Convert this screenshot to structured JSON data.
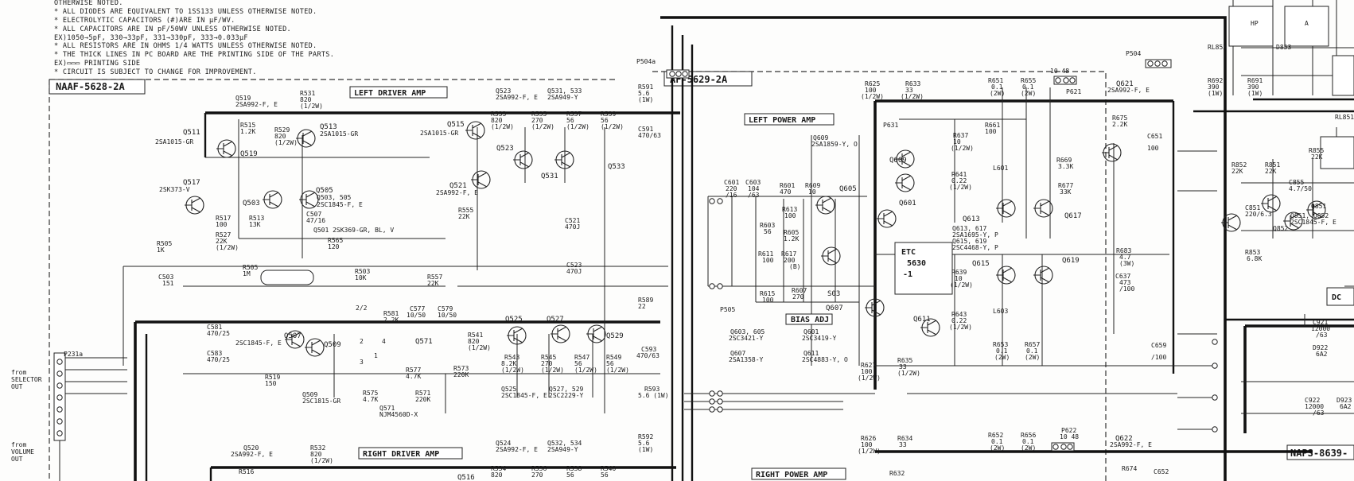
{
  "notes": [
    "OTHERWISE NOTED.",
    "* ALL DIODES ARE EQUIVALENT TO 1SS133 UNLESS OTHERWISE NOTED.",
    "* ELECTROLYTIC CAPACITORS (#)ARE IN μF/WV.",
    "* ALL CAPACITORS ARE IN pF/50WV UNLESS OTHERWISE NOTED.",
    "  EX)1050→5pF, 330→33pF, 331→330pF, 333→0.033μF",
    "* ALL RESISTORS ARE IN OHMS 1/4 WATTS UNLESS OTHERWISE NOTED.",
    "* THE THICK LINES IN PC BOARD ARE THE PRINTING SIDE OF THE PARTS.",
    "  EX)▭▭▭ PRINTING SIDE",
    "* CIRCUIT IS SUBJECT TO CHANGE FOR IMPROVEMENT."
  ],
  "boards": {
    "left": "NAAF-5628-2A",
    "center": "AF-5629-2A",
    "right_bottom": "NAPS-8639-"
  },
  "sections": {
    "left_driver": "LEFT DRIVER AMP",
    "left_power": "LEFT POWER AMP",
    "right_driver": "RIGHT DRIVER AMP",
    "right_power": "RIGHT POWER AMP",
    "bias_adj": "BIAS ADJ"
  },
  "connectors": {
    "p504a": "P504a",
    "p504": "P504",
    "p505": "P505",
    "p231a": "P231a"
  },
  "side_labels": {
    "from_selector": [
      "from",
      "SELECTOR",
      "OUT"
    ],
    "from_volume": [
      "from",
      "VOLUME",
      "OUT"
    ]
  },
  "misc": {
    "dc": "DC",
    "etc": "ETC",
    "etc_num": "5630",
    "etc_dash": "-1"
  },
  "labels": [
    {
      "id": "q519",
      "t": "Q519"
    },
    {
      "id": "q519p",
      "t": "2SA992-F, E"
    },
    {
      "id": "r531",
      "t": "R531"
    },
    {
      "id": "r531v",
      "t": "820"
    },
    {
      "id": "r531w",
      "t": "(1/2W)"
    },
    {
      "id": "q511",
      "t": "Q511"
    },
    {
      "id": "q511p",
      "t": "2SA1015-GR"
    },
    {
      "id": "r515",
      "t": "R515"
    },
    {
      "id": "r515v",
      "t": "1.2K"
    },
    {
      "id": "r529",
      "t": "R529"
    },
    {
      "id": "r529v",
      "t": "820"
    },
    {
      "id": "r529w",
      "t": "(1/2W)"
    },
    {
      "id": "q513",
      "t": "Q513"
    },
    {
      "id": "q513p",
      "t": "2SA1015-GR"
    },
    {
      "id": "q519b",
      "t": "Q519"
    },
    {
      "id": "q523",
      "t": "Q523"
    },
    {
      "id": "q523p",
      "t": "2SA992-F, E"
    },
    {
      "id": "q531",
      "t": "Q531, 533"
    },
    {
      "id": "q531p",
      "t": "2SA949-Y"
    },
    {
      "id": "r533",
      "t": "R533"
    },
    {
      "id": "r533v",
      "t": "820"
    },
    {
      "id": "r533w",
      "t": "(1/2W)"
    },
    {
      "id": "r535",
      "t": "R535"
    },
    {
      "id": "r535v",
      "t": "270"
    },
    {
      "id": "r535w",
      "t": "(1/2W)"
    },
    {
      "id": "r537",
      "t": "R537"
    },
    {
      "id": "r537v",
      "t": "56"
    },
    {
      "id": "r537w",
      "t": "(1/2W)"
    },
    {
      "id": "r539",
      "t": "R539"
    },
    {
      "id": "r539v",
      "t": "56"
    },
    {
      "id": "r539w",
      "t": "(1/2W)"
    },
    {
      "id": "r591",
      "t": "R591"
    },
    {
      "id": "r591v",
      "t": "5.6"
    },
    {
      "id": "r591w",
      "t": "(1W)"
    },
    {
      "id": "c591",
      "t": "C591"
    },
    {
      "id": "c591v",
      "t": "470/63"
    },
    {
      "id": "q515",
      "t": "Q515"
    },
    {
      "id": "q515p",
      "t": "2SA1015-GR"
    },
    {
      "id": "q523b",
      "t": "Q523"
    },
    {
      "id": "q531b",
      "t": "Q531"
    },
    {
      "id": "q533b",
      "t": "Q533"
    },
    {
      "id": "q517",
      "t": "Q517"
    },
    {
      "id": "q517p",
      "t": "2SK373-V"
    },
    {
      "id": "q503",
      "t": "Q503"
    },
    {
      "id": "q505",
      "t": "Q505"
    },
    {
      "id": "q503p",
      "t": "Q503, 505"
    },
    {
      "id": "q503pp",
      "t": "2SC1845-F, E"
    },
    {
      "id": "q521",
      "t": "Q521"
    },
    {
      "id": "q521p",
      "t": "2SA992-F, E"
    },
    {
      "id": "r555",
      "t": "R555"
    },
    {
      "id": "r555v",
      "t": "22K"
    },
    {
      "id": "c521",
      "t": "C521"
    },
    {
      "id": "c521v",
      "t": "470J"
    },
    {
      "id": "r517",
      "t": "R517"
    },
    {
      "id": "r517v",
      "t": "100"
    },
    {
      "id": "r513",
      "t": "R513"
    },
    {
      "id": "r513v",
      "t": "13K"
    },
    {
      "id": "c507",
      "t": "C507"
    },
    {
      "id": "c507v",
      "t": "47/16"
    },
    {
      "id": "r527",
      "t": "R527"
    },
    {
      "id": "r527v",
      "t": "22K"
    },
    {
      "id": "r527w",
      "t": "(1/2W)"
    },
    {
      "id": "q501",
      "t": "Q501  2SK369-GR, BL, V"
    },
    {
      "id": "r565",
      "t": "R565"
    },
    {
      "id": "r565v",
      "t": "120"
    },
    {
      "id": "r505",
      "t": "R505"
    },
    {
      "id": "r505v",
      "t": "1K"
    },
    {
      "id": "r505b",
      "t": "R505"
    },
    {
      "id": "r505bv",
      "t": "1M"
    },
    {
      "id": "r503",
      "t": "R503"
    },
    {
      "id": "r503v",
      "t": "10K"
    },
    {
      "id": "c503",
      "t": "C503"
    },
    {
      "id": "c503v",
      "t": "151"
    },
    {
      "id": "r557",
      "t": "R557"
    },
    {
      "id": "r557v",
      "t": "22K"
    },
    {
      "id": "c523",
      "t": "C523"
    },
    {
      "id": "c523v",
      "t": "470J"
    },
    {
      "id": "r589",
      "t": "R589"
    },
    {
      "id": "r589v",
      "t": "22"
    },
    {
      "id": "c581",
      "t": "C581"
    },
    {
      "id": "c581v",
      "t": "470/25"
    },
    {
      "id": "c583",
      "t": "C583"
    },
    {
      "id": "c583v",
      "t": "470/25"
    },
    {
      "id": "r581",
      "t": "R581"
    },
    {
      "id": "r581v",
      "t": "2.2K"
    },
    {
      "id": "c577",
      "t": "C577"
    },
    {
      "id": "c577v",
      "t": "10/50"
    },
    {
      "id": "c579",
      "t": "C579"
    },
    {
      "id": "c579v",
      "t": "10/50"
    },
    {
      "id": "q507",
      "t": "Q507"
    },
    {
      "id": "q507p",
      "t": "2SC1845-F, E"
    },
    {
      "id": "q509",
      "t": "Q509"
    },
    {
      "id": "q571",
      "t": "Q571"
    },
    {
      "id": "r577",
      "t": "R577"
    },
    {
      "id": "r577v",
      "t": "4.7K"
    },
    {
      "id": "r541",
      "t": "R541"
    },
    {
      "id": "r541v",
      "t": "820"
    },
    {
      "id": "r541w",
      "t": "(1/2W)"
    },
    {
      "id": "q525",
      "t": "Q525"
    },
    {
      "id": "q527",
      "t": "Q527"
    },
    {
      "id": "q529",
      "t": "Q529"
    },
    {
      "id": "r543",
      "t": "R543"
    },
    {
      "id": "r543v",
      "t": "8.2K"
    },
    {
      "id": "r543w",
      "t": "(1/2W)"
    },
    {
      "id": "r545",
      "t": "R545"
    },
    {
      "id": "r545v",
      "t": "270"
    },
    {
      "id": "r545w",
      "t": "(1/2W)"
    },
    {
      "id": "r547",
      "t": "R547"
    },
    {
      "id": "r547v",
      "t": "56"
    },
    {
      "id": "r547w",
      "t": "(1/2W)"
    },
    {
      "id": "r549",
      "t": "R549"
    },
    {
      "id": "r549v",
      "t": "56"
    },
    {
      "id": "r549w",
      "t": "(1/2W)"
    },
    {
      "id": "c593",
      "t": "C593"
    },
    {
      "id": "c593v",
      "t": "470/63"
    },
    {
      "id": "r573",
      "t": "R573"
    },
    {
      "id": "r573v",
      "t": "220K"
    },
    {
      "id": "r519",
      "t": "R519"
    },
    {
      "id": "r519v",
      "t": "150"
    },
    {
      "id": "r575",
      "t": "R575"
    },
    {
      "id": "r575v",
      "t": "4.7K"
    },
    {
      "id": "r571",
      "t": "R571"
    },
    {
      "id": "r571v",
      "t": "220K"
    },
    {
      "id": "q509p",
      "t": "Q509"
    },
    {
      "id": "q509pp",
      "t": "2SC1815-GR"
    },
    {
      "id": "q571p",
      "t": "Q571"
    },
    {
      "id": "q571pp",
      "t": "NJM4560D-X"
    },
    {
      "id": "q525p",
      "t": "Q525"
    },
    {
      "id": "q525pp",
      "t": "2SC1845-F, E"
    },
    {
      "id": "q527p",
      "t": "Q527, 529"
    },
    {
      "id": "q527pp",
      "t": "2SC2229-Y"
    },
    {
      "id": "r593",
      "t": "R593"
    },
    {
      "id": "r593v",
      "t": "5.6 (1W)"
    },
    {
      "id": "q520",
      "t": "Q520"
    },
    {
      "id": "q520p",
      "t": "2SA992-F, E"
    },
    {
      "id": "r532",
      "t": "R532"
    },
    {
      "id": "r532v",
      "t": "820"
    },
    {
      "id": "r532w",
      "t": "(1/2W)"
    },
    {
      "id": "r516",
      "t": "R516"
    },
    {
      "id": "q516",
      "t": "Q516"
    },
    {
      "id": "q524",
      "t": "Q524"
    },
    {
      "id": "q524p",
      "t": "2SA992-F, E"
    },
    {
      "id": "q532",
      "t": "Q532, 534"
    },
    {
      "id": "q532p",
      "t": "2SA949-Y"
    },
    {
      "id": "r534",
      "t": "R534"
    },
    {
      "id": "r534v",
      "t": "820"
    },
    {
      "id": "r536",
      "t": "R536"
    },
    {
      "id": "r536v",
      "t": "270"
    },
    {
      "id": "r538",
      "t": "R538"
    },
    {
      "id": "r538v",
      "t": "56"
    },
    {
      "id": "r540",
      "t": "R540"
    },
    {
      "id": "r540v",
      "t": "56"
    },
    {
      "id": "r592",
      "t": "R592"
    },
    {
      "id": "r592v",
      "t": "5.6"
    },
    {
      "id": "r592w",
      "t": "(1W)"
    },
    {
      "id": "r625",
      "t": "R625"
    },
    {
      "id": "r625v",
      "t": "100"
    },
    {
      "id": "r625w",
      "t": "(1/2W)"
    },
    {
      "id": "r633",
      "t": "R633"
    },
    {
      "id": "r633v",
      "t": "33"
    },
    {
      "id": "r633w",
      "t": "(1/2W)"
    },
    {
      "id": "r651",
      "t": "R651"
    },
    {
      "id": "r651v",
      "t": "0.1"
    },
    {
      "id": "r651w",
      "t": "(2W)"
    },
    {
      "id": "r655",
      "t": "R655"
    },
    {
      "id": "r655v",
      "t": "0.1"
    },
    {
      "id": "r655w",
      "t": "(2W)"
    },
    {
      "id": "p621",
      "t": "10 48"
    },
    {
      "id": "p621b",
      "t": "P621"
    },
    {
      "id": "q621",
      "t": "Q621"
    },
    {
      "id": "q621p",
      "t": "2SA992-F, E"
    },
    {
      "id": "p631",
      "t": "P631"
    },
    {
      "id": "q609",
      "t": "Q609"
    },
    {
      "id": "q609p",
      "t": "2SA1859-Y, O"
    },
    {
      "id": "r637",
      "t": "R637"
    },
    {
      "id": "r637v",
      "t": "10"
    },
    {
      "id": "r637w",
      "t": "(1/2W)"
    },
    {
      "id": "r661",
      "t": "R661"
    },
    {
      "id": "r661v",
      "t": "100"
    },
    {
      "id": "r675",
      "t": "R675"
    },
    {
      "id": "r675v",
      "t": "2.2K"
    },
    {
      "id": "c651",
      "t": "C651"
    },
    {
      "id": "c651v",
      "t": "100"
    },
    {
      "id": "q609b",
      "t": "Q609"
    },
    {
      "id": "q601b",
      "t": "Q601"
    },
    {
      "id": "l601",
      "t": "L601"
    },
    {
      "id": "r641",
      "t": "R641"
    },
    {
      "id": "r641v",
      "t": "0.22"
    },
    {
      "id": "r641w",
      "t": "(1/2W)"
    },
    {
      "id": "r669",
      "t": "R669"
    },
    {
      "id": "r669v",
      "t": "3.3K"
    },
    {
      "id": "r677",
      "t": "R677"
    },
    {
      "id": "r677v",
      "t": "33K"
    },
    {
      "id": "c601",
      "t": "C601"
    },
    {
      "id": "c601v",
      "t": "220"
    },
    {
      "id": "c601w",
      "t": "/16"
    },
    {
      "id": "c603",
      "t": "C603"
    },
    {
      "id": "c603v",
      "t": "104"
    },
    {
      "id": "c603w",
      "t": "/63"
    },
    {
      "id": "r601",
      "t": "R601"
    },
    {
      "id": "r601v",
      "t": "470"
    },
    {
      "id": "r609",
      "t": "R609"
    },
    {
      "id": "r609v",
      "t": "10"
    },
    {
      "id": "q605",
      "t": "Q605"
    },
    {
      "id": "r613",
      "t": "R613"
    },
    {
      "id": "r613v",
      "t": "100"
    },
    {
      "id": "r603",
      "t": "R603"
    },
    {
      "id": "r603v",
      "t": "56"
    },
    {
      "id": "r605",
      "t": "R605"
    },
    {
      "id": "r605v",
      "t": "1.2K"
    },
    {
      "id": "r611",
      "t": "R611"
    },
    {
      "id": "r611v",
      "t": "100"
    },
    {
      "id": "r617",
      "t": "R617"
    },
    {
      "id": "r617v",
      "t": "200"
    },
    {
      "id": "r617w",
      "t": "(B)"
    },
    {
      "id": "q613",
      "t": "Q613"
    },
    {
      "id": "q617",
      "t": "Q617"
    },
    {
      "id": "q613p",
      "t": "Q613, 617"
    },
    {
      "id": "q613pp",
      "t": "2SA1695-Y, P"
    },
    {
      "id": "q615p",
      "t": "Q615, 619"
    },
    {
      "id": "q615pp",
      "t": "2SC4468-Y, P"
    },
    {
      "id": "r683",
      "t": "R683"
    },
    {
      "id": "r683v",
      "t": "4.7"
    },
    {
      "id": "r683w",
      "t": "(3W)"
    },
    {
      "id": "r639",
      "t": "R639"
    },
    {
      "id": "r639v",
      "t": "10"
    },
    {
      "id": "r639w",
      "t": "(1/2W)"
    },
    {
      "id": "q615",
      "t": "Q615"
    },
    {
      "id": "q619",
      "t": "Q619"
    },
    {
      "id": "c637",
      "t": "C637"
    },
    {
      "id": "c637v",
      "t": "473"
    },
    {
      "id": "c637w",
      "t": "/100"
    },
    {
      "id": "r615",
      "t": "R615"
    },
    {
      "id": "r615v",
      "t": "100"
    },
    {
      "id": "r607",
      "t": "R607"
    },
    {
      "id": "r607v",
      "t": "270"
    },
    {
      "id": "s03",
      "t": "S03"
    },
    {
      "id": "q607",
      "t": "Q607"
    },
    {
      "id": "l603",
      "t": "L603"
    },
    {
      "id": "r643",
      "t": "R643"
    },
    {
      "id": "r643v",
      "t": "0.22"
    },
    {
      "id": "r643w",
      "t": "(1/2W)"
    },
    {
      "id": "q611",
      "t": "Q611"
    },
    {
      "id": "q603p",
      "t": "Q603, 605"
    },
    {
      "id": "q603pp",
      "t": "2SC3421-Y"
    },
    {
      "id": "q601p",
      "t": "Q601"
    },
    {
      "id": "q601pp",
      "t": "2SC3419-Y"
    },
    {
      "id": "q607p",
      "t": "Q607"
    },
    {
      "id": "q607pp",
      "t": "2SA1358-Y"
    },
    {
      "id": "q611p",
      "t": "Q611"
    },
    {
      "id": "q611pp",
      "t": "2SC4883-Y, O"
    },
    {
      "id": "r627",
      "t": "R627"
    },
    {
      "id": "r627v",
      "t": "100"
    },
    {
      "id": "r627w",
      "t": "(1/2W)"
    },
    {
      "id": "r635",
      "t": "R635"
    },
    {
      "id": "r635v",
      "t": "33"
    },
    {
      "id": "r635w",
      "t": "(1/2W)"
    },
    {
      "id": "r653",
      "t": "R653"
    },
    {
      "id": "r653v",
      "t": "0.1"
    },
    {
      "id": "r653w",
      "t": "(2W)"
    },
    {
      "id": "r657",
      "t": "R657"
    },
    {
      "id": "r657v",
      "t": "0.1"
    },
    {
      "id": "r657w",
      "t": "(2W)"
    },
    {
      "id": "c659",
      "t": "C659"
    },
    {
      "id": "c659v",
      "t": "/100"
    },
    {
      "id": "r626",
      "t": "R626"
    },
    {
      "id": "r626v",
      "t": "100"
    },
    {
      "id": "r626w",
      "t": "(1/2W)"
    },
    {
      "id": "r634",
      "t": "R634"
    },
    {
      "id": "r634v",
      "t": "33"
    },
    {
      "id": "r652",
      "t": "R652"
    },
    {
      "id": "r652v",
      "t": "0.1"
    },
    {
      "id": "r652w",
      "t": "(2W)"
    },
    {
      "id": "r656",
      "t": "R656"
    },
    {
      "id": "r656v",
      "t": "0.1"
    },
    {
      "id": "r656w",
      "t": "(2W)"
    },
    {
      "id": "p622",
      "t": "P622"
    },
    {
      "id": "p622v",
      "t": "10 48"
    },
    {
      "id": "q622",
      "t": "Q622"
    },
    {
      "id": "q622p",
      "t": "2SA992-F, E"
    },
    {
      "id": "r674",
      "t": "R674"
    },
    {
      "id": "c652",
      "t": "C652"
    },
    {
      "id": "r632",
      "t": "R632"
    },
    {
      "id": "rl853",
      "t": "RL853"
    },
    {
      "id": "d853",
      "t": "D853"
    },
    {
      "id": "rl851",
      "t": "RL851"
    },
    {
      "id": "r692",
      "t": "R692"
    },
    {
      "id": "r692v",
      "t": "390"
    },
    {
      "id": "r692w",
      "t": "(1W)"
    },
    {
      "id": "r691",
      "t": "R691"
    },
    {
      "id": "r691v",
      "t": "390"
    },
    {
      "id": "r691w",
      "t": "(1W)"
    },
    {
      "id": "r852",
      "t": "R852"
    },
    {
      "id": "r852v",
      "t": "22K"
    },
    {
      "id": "r851",
      "t": "R851"
    },
    {
      "id": "r851v",
      "t": "22K"
    },
    {
      "id": "r855",
      "t": "R855"
    },
    {
      "id": "r855v",
      "t": "22K"
    },
    {
      "id": "c855",
      "t": "C855"
    },
    {
      "id": "c855v",
      "t": "4.7/50"
    },
    {
      "id": "c851",
      "t": "C851"
    },
    {
      "id": "c851v",
      "t": "220/6.3"
    },
    {
      "id": "q851",
      "t": "Q851"
    },
    {
      "id": "q852",
      "t": "Q852"
    },
    {
      "id": "q851p",
      "t": "Q851, Q852"
    },
    {
      "id": "q851pp",
      "t": "2SC1845-F, E"
    },
    {
      "id": "r853",
      "t": "R853"
    },
    {
      "id": "r853v",
      "t": "6.8K"
    },
    {
      "id": "c921",
      "t": "C921"
    },
    {
      "id": "c921v",
      "t": "12000"
    },
    {
      "id": "c921w",
      "t": "/63"
    },
    {
      "id": "d922",
      "t": "D922"
    },
    {
      "id": "d922v",
      "t": "6A2"
    },
    {
      "id": "c922",
      "t": "C922"
    },
    {
      "id": "c922v",
      "t": "12000"
    },
    {
      "id": "c922w",
      "t": "/63"
    },
    {
      "id": "d923",
      "t": "D923"
    },
    {
      "id": "d923v",
      "t": "6A2"
    },
    {
      "id": "hp",
      "t": "HP"
    },
    {
      "id": "a",
      "t": "A"
    },
    {
      "id": "pin22",
      "t": "2/2"
    },
    {
      "id": "pin2",
      "t": "2"
    },
    {
      "id": "pin1",
      "t": "1"
    },
    {
      "id": "pin3",
      "t": "3"
    },
    {
      "id": "pin4",
      "t": "4"
    }
  ]
}
